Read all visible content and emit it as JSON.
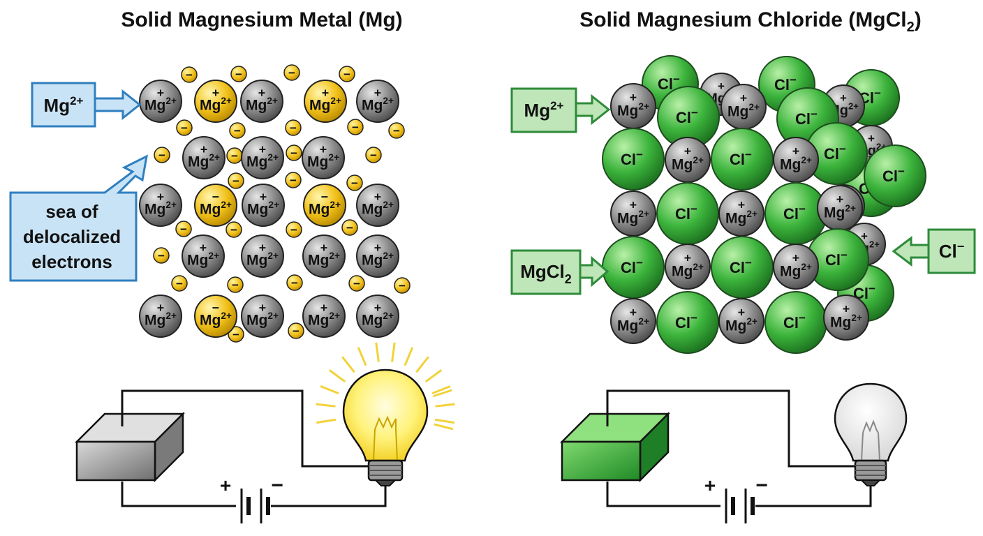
{
  "left_panel": {
    "title": "Solid Magnesium Metal (Mg)",
    "label_mg": "Mg2+",
    "label_sea": [
      "sea of",
      "delocalized",
      "electrons"
    ],
    "ion_text": "Mg",
    "ion_charge": "2+",
    "plus_sign": "+",
    "minus_sign": "−",
    "electron_sign": "−"
  },
  "right_panel": {
    "title_main": "Solid Magnesium Chloride (MgCl",
    "title_sub": "2",
    "title_close": ")",
    "label_mg": "Mg2+",
    "label_mgcl2_main": "MgCl",
    "label_mgcl2_sub": "2",
    "label_cl": "Cl−",
    "cl_text": "Cl",
    "cl_charge": "−"
  },
  "circuits": {
    "battery_plus": "+",
    "battery_minus": "−",
    "left_bulb_state": "lit",
    "right_bulb_state": "unlit"
  },
  "colors": {
    "mg_ion": "#8a8a8a",
    "electron": "#f2c21b",
    "cl_ion": "#39b03a",
    "left_label_fill": "#c9e3f6",
    "left_label_stroke": "#2f7fbf",
    "right_label_fill": "#bfe6b8",
    "right_label_stroke": "#2e8b3a"
  }
}
